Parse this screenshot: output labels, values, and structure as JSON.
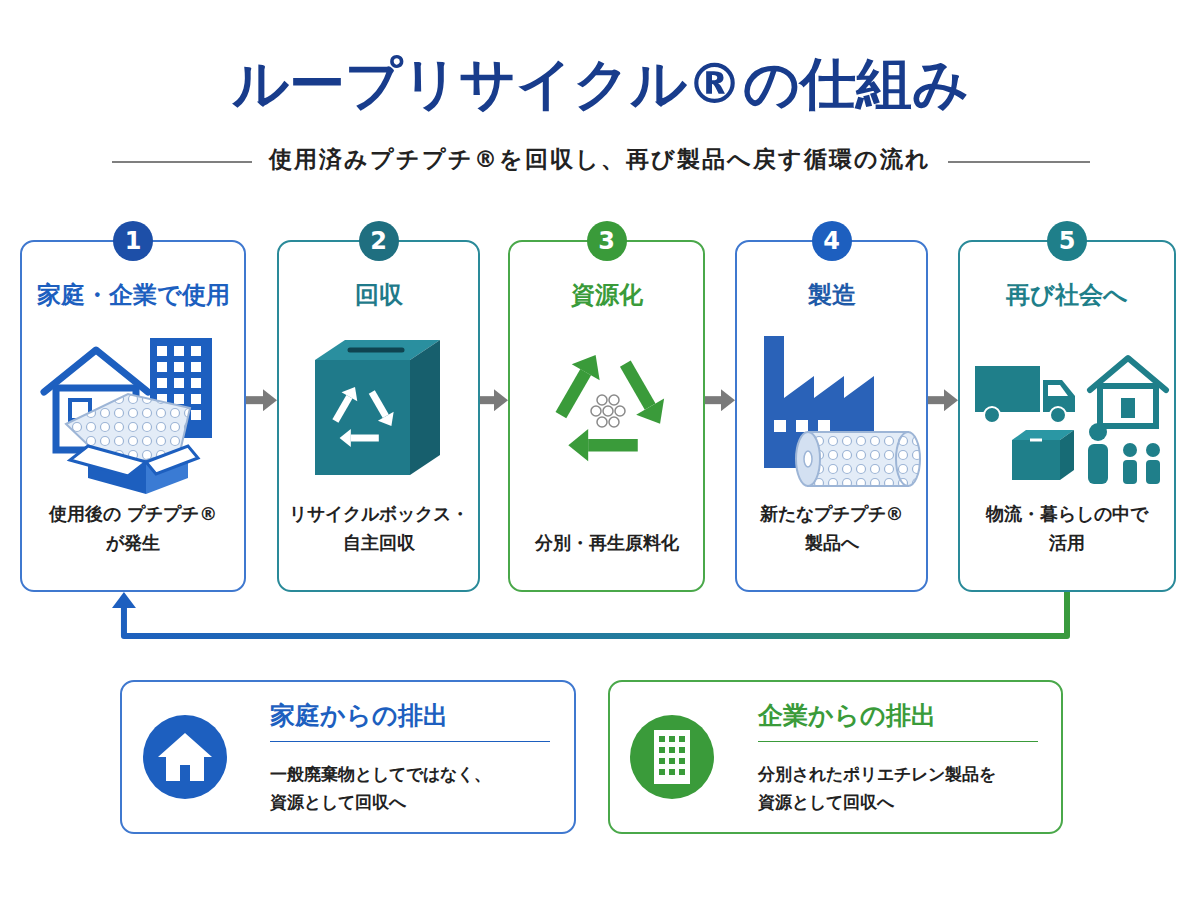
{
  "diagram": {
    "title": "ループリサイクル®の仕組み",
    "nodes": [
      {
        "text": [
          "1",
          "家庭・企業で使用",
          "使用後の プチプチ®が発生"
        ]
      },
      {
        "text": [
          "2",
          "回収",
          "リサイクルボックス・ 自主回収"
        ]
      },
      {
        "text": [
          "3",
          "資源化",
          "分別・再生原料化"
        ]
      },
      {
        "text": [
          "4",
          "製造",
          "新たなプチプチ® 製品へ"
        ]
      },
      {
        "text": [
          "5",
          "再び社会へ",
          "物流・暮らしの中で 活用"
        ]
      },
      {
        "text": [
          "家庭からの排出",
          "一般廃棄物としてではなく、 資源として回収へ"
        ]
      },
      {
        "text": [
          "企業からの排出",
          "分別されたポリエチレン製品を 資源として回収へ"
        ]
      }
    ],
    "edges": [
      {
        "from": 0,
        "to": 1,
        "arrow": "to"
      },
      {
        "from": 1,
        "to": 2,
        "arrow": "to"
      },
      {
        "from": 2,
        "to": 3,
        "arrow": "to"
      },
      {
        "from": 3,
        "to": 4,
        "arrow": "to"
      },
      {
        "from": 4,
        "to": 0,
        "arrow": "to"
      }
    ],
    "labels": [
      "使用済みプチプチ®を回収し、再び製品へ戻す循環の流れ"
    ]
  }
}
